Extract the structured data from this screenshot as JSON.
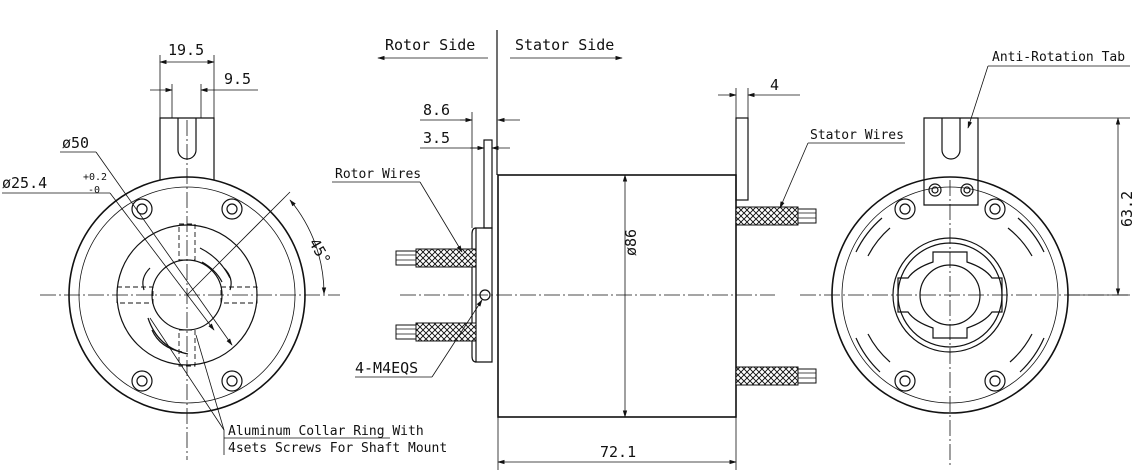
{
  "labels": {
    "rotor_side": "Rotor Side",
    "stator_side": "Stator Side",
    "rotor_wires": "Rotor Wires",
    "stator_wires": "Stator Wires",
    "anti_rotation": "Anti-Rotation Tab",
    "screws": "4-M4EQS",
    "collar_line1": "Aluminum Collar Ring With",
    "collar_line2": "4sets Screws For Shaft Mount"
  },
  "dimensions": {
    "tab_width": "19.5",
    "slot_width": "9.5",
    "collar_diameter": "ø50",
    "bore_diameter": "ø25.4",
    "bore_tol_upper": "+0.2",
    "bore_tol_lower": "-0",
    "angle": "45°",
    "flange_offset": "8.6",
    "flange_thickness": "3.5",
    "tab_thickness": "4",
    "body_diameter": "ø86",
    "body_length": "72.1",
    "tab_height": "63.2"
  }
}
